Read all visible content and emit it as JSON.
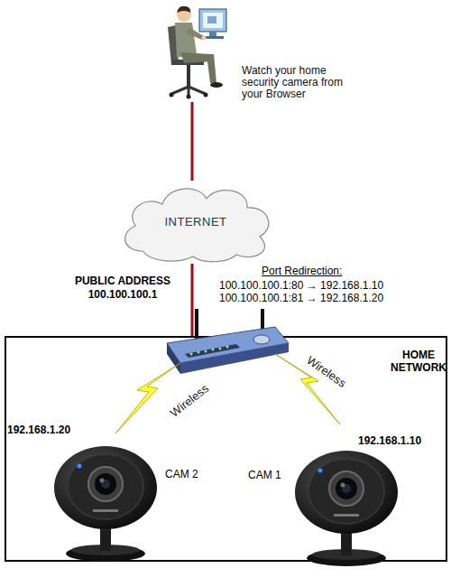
{
  "diagram": {
    "nodes": [
      {
        "text": [
          "Watch your home security camera from your Browser"
        ]
      },
      {
        "text": [
          "INTERNET"
        ]
      },
      {
        "text": [
          "HOME NETWORK"
        ]
      },
      {
        "text": [
          "192.168.1.20",
          "CAM 2"
        ],
        "in": 2
      },
      {
        "text": [
          "192.168.1.10",
          "CAM 1"
        ],
        "in": 2
      }
    ],
    "edges": [
      {
        "from": 0,
        "to": 1,
        "arrow": "none"
      },
      {
        "from": 1,
        "to": 2,
        "arrow": "none"
      }
    ],
    "labels": [
      "PUBLIC ADDRESS",
      "100.100.100.1",
      "Port Redirection:",
      "100.100.100.1:80 → 192.168.1.10",
      "100.100.100.1:81 → 192.168.1.20",
      "Wireless",
      "Wireless"
    ]
  }
}
